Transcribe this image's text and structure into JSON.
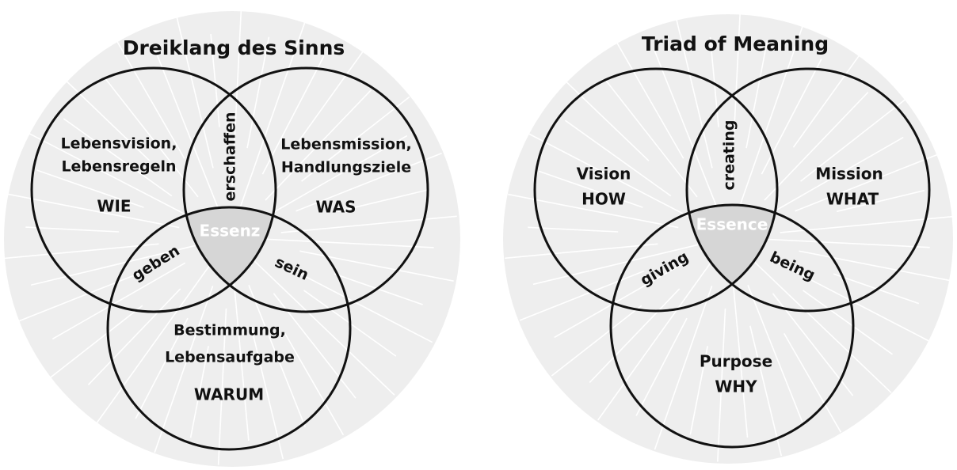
{
  "colors": {
    "background_disc": "#eeeeee",
    "rays": "#ffffff",
    "essence_fill": "#d6d6d6",
    "stroke": "#111111"
  },
  "german": {
    "title": "Dreiklang des Sinns",
    "left_circle": {
      "line1": "Lebensvision,",
      "line2": "Lebensregeln",
      "keyword": "WIE"
    },
    "right_circle": {
      "line1": "Lebensmission,",
      "line2": "Handlungsziele",
      "keyword": "WAS"
    },
    "bottom_circle": {
      "line1": "Bestimmung,",
      "line2": "Lebensaufgabe",
      "keyword": "WARUM"
    },
    "overlap_top": "erschaffen",
    "overlap_left": "geben",
    "overlap_right": "sein",
    "center": "Essenz"
  },
  "english": {
    "title": "Triad of Meaning",
    "left_circle": {
      "line1": "Vision",
      "keyword": "HOW"
    },
    "right_circle": {
      "line1": "Mission",
      "keyword": "WHAT"
    },
    "bottom_circle": {
      "line1": "Purpose",
      "keyword": "WHY"
    },
    "overlap_top": "creating",
    "overlap_left": "giving",
    "overlap_right": "being",
    "center": "Essence"
  }
}
